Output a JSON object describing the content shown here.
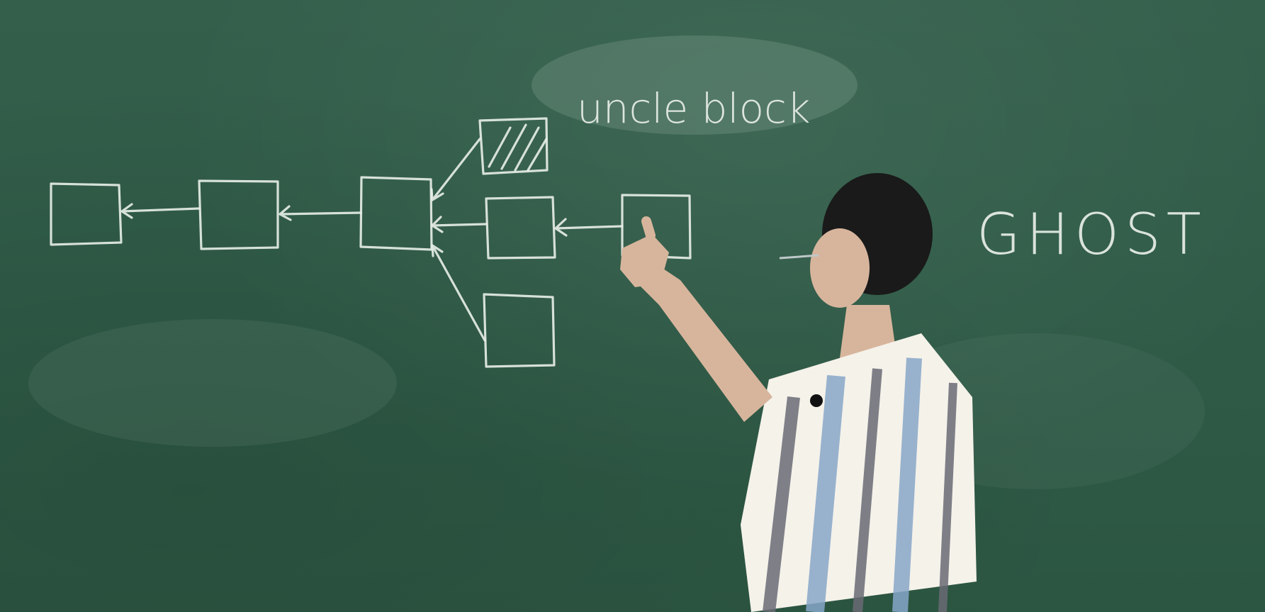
{
  "scene": {
    "description": "chalkboard lecture",
    "board_color": "#2f5b47",
    "chalk_color": "#e9efe9"
  },
  "labels": {
    "uncle_block": "uncle block",
    "ghost": "GHOST"
  },
  "diagram": {
    "blocks": [
      {
        "id": "block-1"
      },
      {
        "id": "block-2"
      },
      {
        "id": "block-3"
      },
      {
        "id": "uncle-block-hatched",
        "hatched": true
      },
      {
        "id": "block-4-main"
      },
      {
        "id": "block-5-pointed"
      },
      {
        "id": "block-6-lower"
      }
    ]
  }
}
